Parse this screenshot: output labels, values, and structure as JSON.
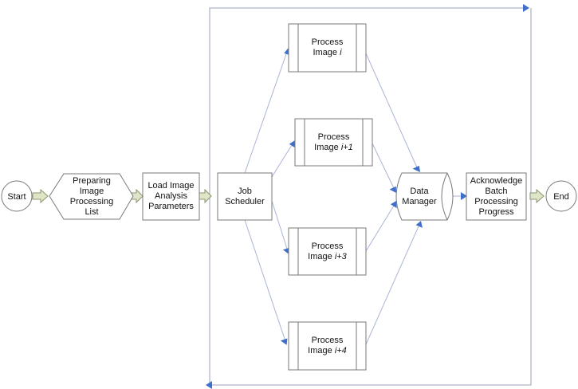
{
  "nodes": {
    "start": {
      "label": "Start"
    },
    "preparing": {
      "lines": [
        "Preparing",
        "Image",
        "Processing",
        "List"
      ]
    },
    "load": {
      "lines": [
        "Load Image",
        "Analysis",
        "Parameters"
      ]
    },
    "scheduler": {
      "lines": [
        "Job",
        "Scheduler"
      ]
    },
    "process_1": {
      "line1": "Process",
      "line2_prefix": "Image ",
      "line2_var": "i"
    },
    "process_2": {
      "line1": "Process",
      "line2_prefix": "Image ",
      "line2_var": "i+1"
    },
    "process_3": {
      "line1": "Process",
      "line2_prefix": "Image ",
      "line2_var": "i+3"
    },
    "process_4": {
      "line1": "Process",
      "line2_prefix": "Image ",
      "line2_var": "i+4"
    },
    "data_manager": {
      "lines": [
        "Data",
        "Manager"
      ]
    },
    "acknowledge": {
      "lines": [
        "Acknowledge",
        "Batch",
        "Processing",
        "Progress"
      ]
    },
    "end": {
      "label": "End"
    }
  },
  "colors": {
    "connector": "#aab4d8",
    "arrowhead": "#3f6fc8",
    "block_arrow_fill": "#dfe6c8",
    "border": "#7a7a7a"
  }
}
